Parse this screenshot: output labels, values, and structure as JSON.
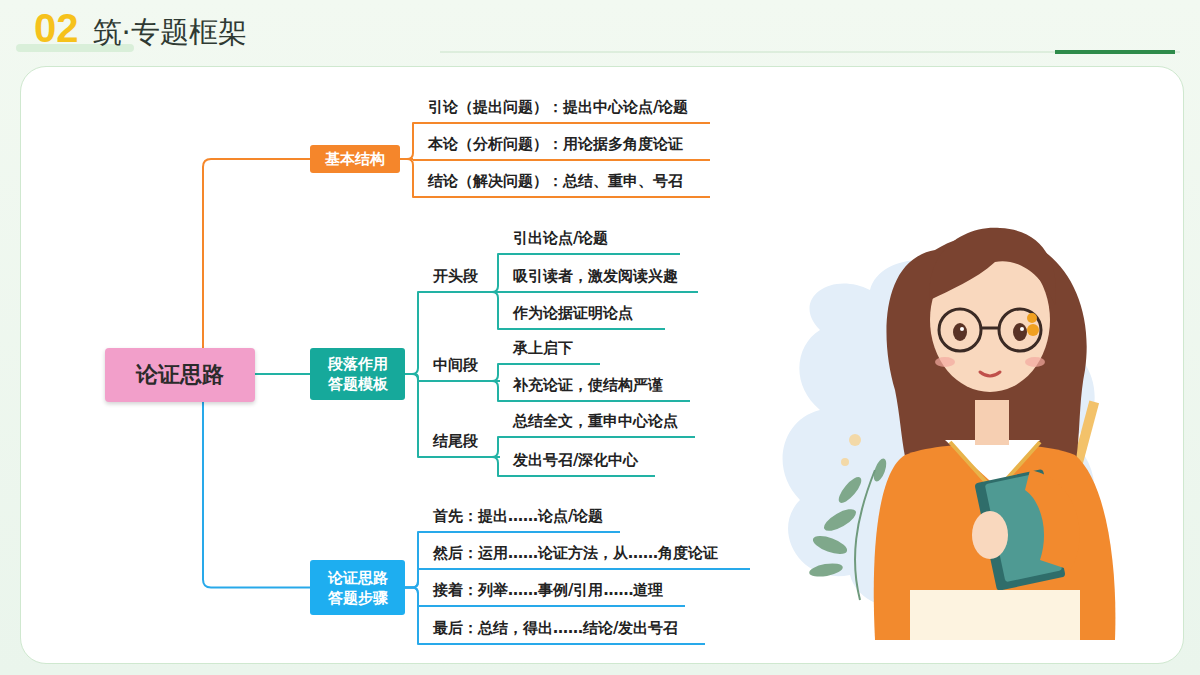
{
  "diagram": {
    "title": "筑·专题框架",
    "nodes": [
      {
        "text": [
          "论证思路"
        ]
      },
      {
        "text": [
          "基本结构"
        ]
      },
      {
        "text": [
          "引论（提出问题）：提出中心论点/论题"
        ]
      },
      {
        "text": [
          "本论（分析问题）：用论据多角度论证"
        ]
      },
      {
        "text": [
          "结论（解决问题）：总结、重申、号召"
        ]
      },
      {
        "text": [
          "段落作用 答题模板"
        ]
      },
      {
        "text": [
          "开头段"
        ]
      },
      {
        "text": [
          "引出论点/论题"
        ]
      },
      {
        "text": [
          "吸引读者，激发阅读兴趣"
        ]
      },
      {
        "text": [
          "作为论据证明论点"
        ]
      },
      {
        "text": [
          "中间段"
        ]
      },
      {
        "text": [
          "承上启下"
        ]
      },
      {
        "text": [
          "补充论证，使结构严谨"
        ]
      },
      {
        "text": [
          "结尾段"
        ]
      },
      {
        "text": [
          "总结全文，重申中心论点"
        ]
      },
      {
        "text": [
          "发出号召/深化中心"
        ]
      },
      {
        "text": [
          "论证思路 答题步骤"
        ]
      },
      {
        "text": [
          "首先：提出……论点/论题"
        ]
      },
      {
        "text": [
          "然后：运用……论证方法，从……角度论证"
        ]
      },
      {
        "text": [
          "接着：列举……事例/引用……道理"
        ]
      },
      {
        "text": [
          "最后：总结，得出……结论/发出号召"
        ]
      }
    ],
    "edges": [
      {
        "from": 0,
        "to": 1,
        "arrow": "none"
      },
      {
        "from": 0,
        "to": 5,
        "arrow": "none"
      },
      {
        "from": 0,
        "to": 16,
        "arrow": "none"
      },
      {
        "from": 1,
        "to": 2,
        "arrow": "none"
      },
      {
        "from": 1,
        "to": 3,
        "arrow": "none"
      },
      {
        "from": 1,
        "to": 4,
        "arrow": "none"
      },
      {
        "from": 5,
        "to": 6,
        "arrow": "none"
      },
      {
        "from": 5,
        "to": 10,
        "arrow": "none"
      },
      {
        "from": 5,
        "to": 13,
        "arrow": "none"
      },
      {
        "from": 6,
        "to": 7,
        "arrow": "none"
      },
      {
        "from": 6,
        "to": 8,
        "arrow": "none"
      },
      {
        "from": 6,
        "to": 9,
        "arrow": "none"
      },
      {
        "from": 10,
        "to": 11,
        "arrow": "none"
      },
      {
        "from": 10,
        "to": 12,
        "arrow": "none"
      },
      {
        "from": 13,
        "to": 14,
        "arrow": "none"
      },
      {
        "from": 13,
        "to": 15,
        "arrow": "none"
      },
      {
        "from": 16,
        "to": 17,
        "arrow": "none"
      },
      {
        "from": 16,
        "to": 18,
        "arrow": "none"
      },
      {
        "from": 16,
        "to": 19,
        "arrow": "none"
      },
      {
        "from": 16,
        "to": 20,
        "arrow": "none"
      }
    ],
    "labels": [
      "02"
    ]
  }
}
